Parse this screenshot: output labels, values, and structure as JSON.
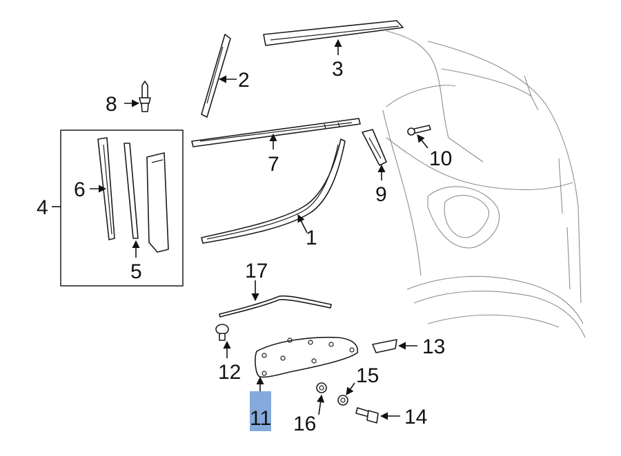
{
  "diagram": {
    "highlight_color": "#6e9bd6",
    "callouts": {
      "c1": "1",
      "c2": "2",
      "c3": "3",
      "c4": "4",
      "c5": "5",
      "c6": "6",
      "c7": "7",
      "c8": "8",
      "c9": "9",
      "c10": "10",
      "c11": "11",
      "c12": "12",
      "c13": "13",
      "c14": "14",
      "c15": "15",
      "c16": "16",
      "c17": "17"
    },
    "highlighted_callout": "11"
  }
}
